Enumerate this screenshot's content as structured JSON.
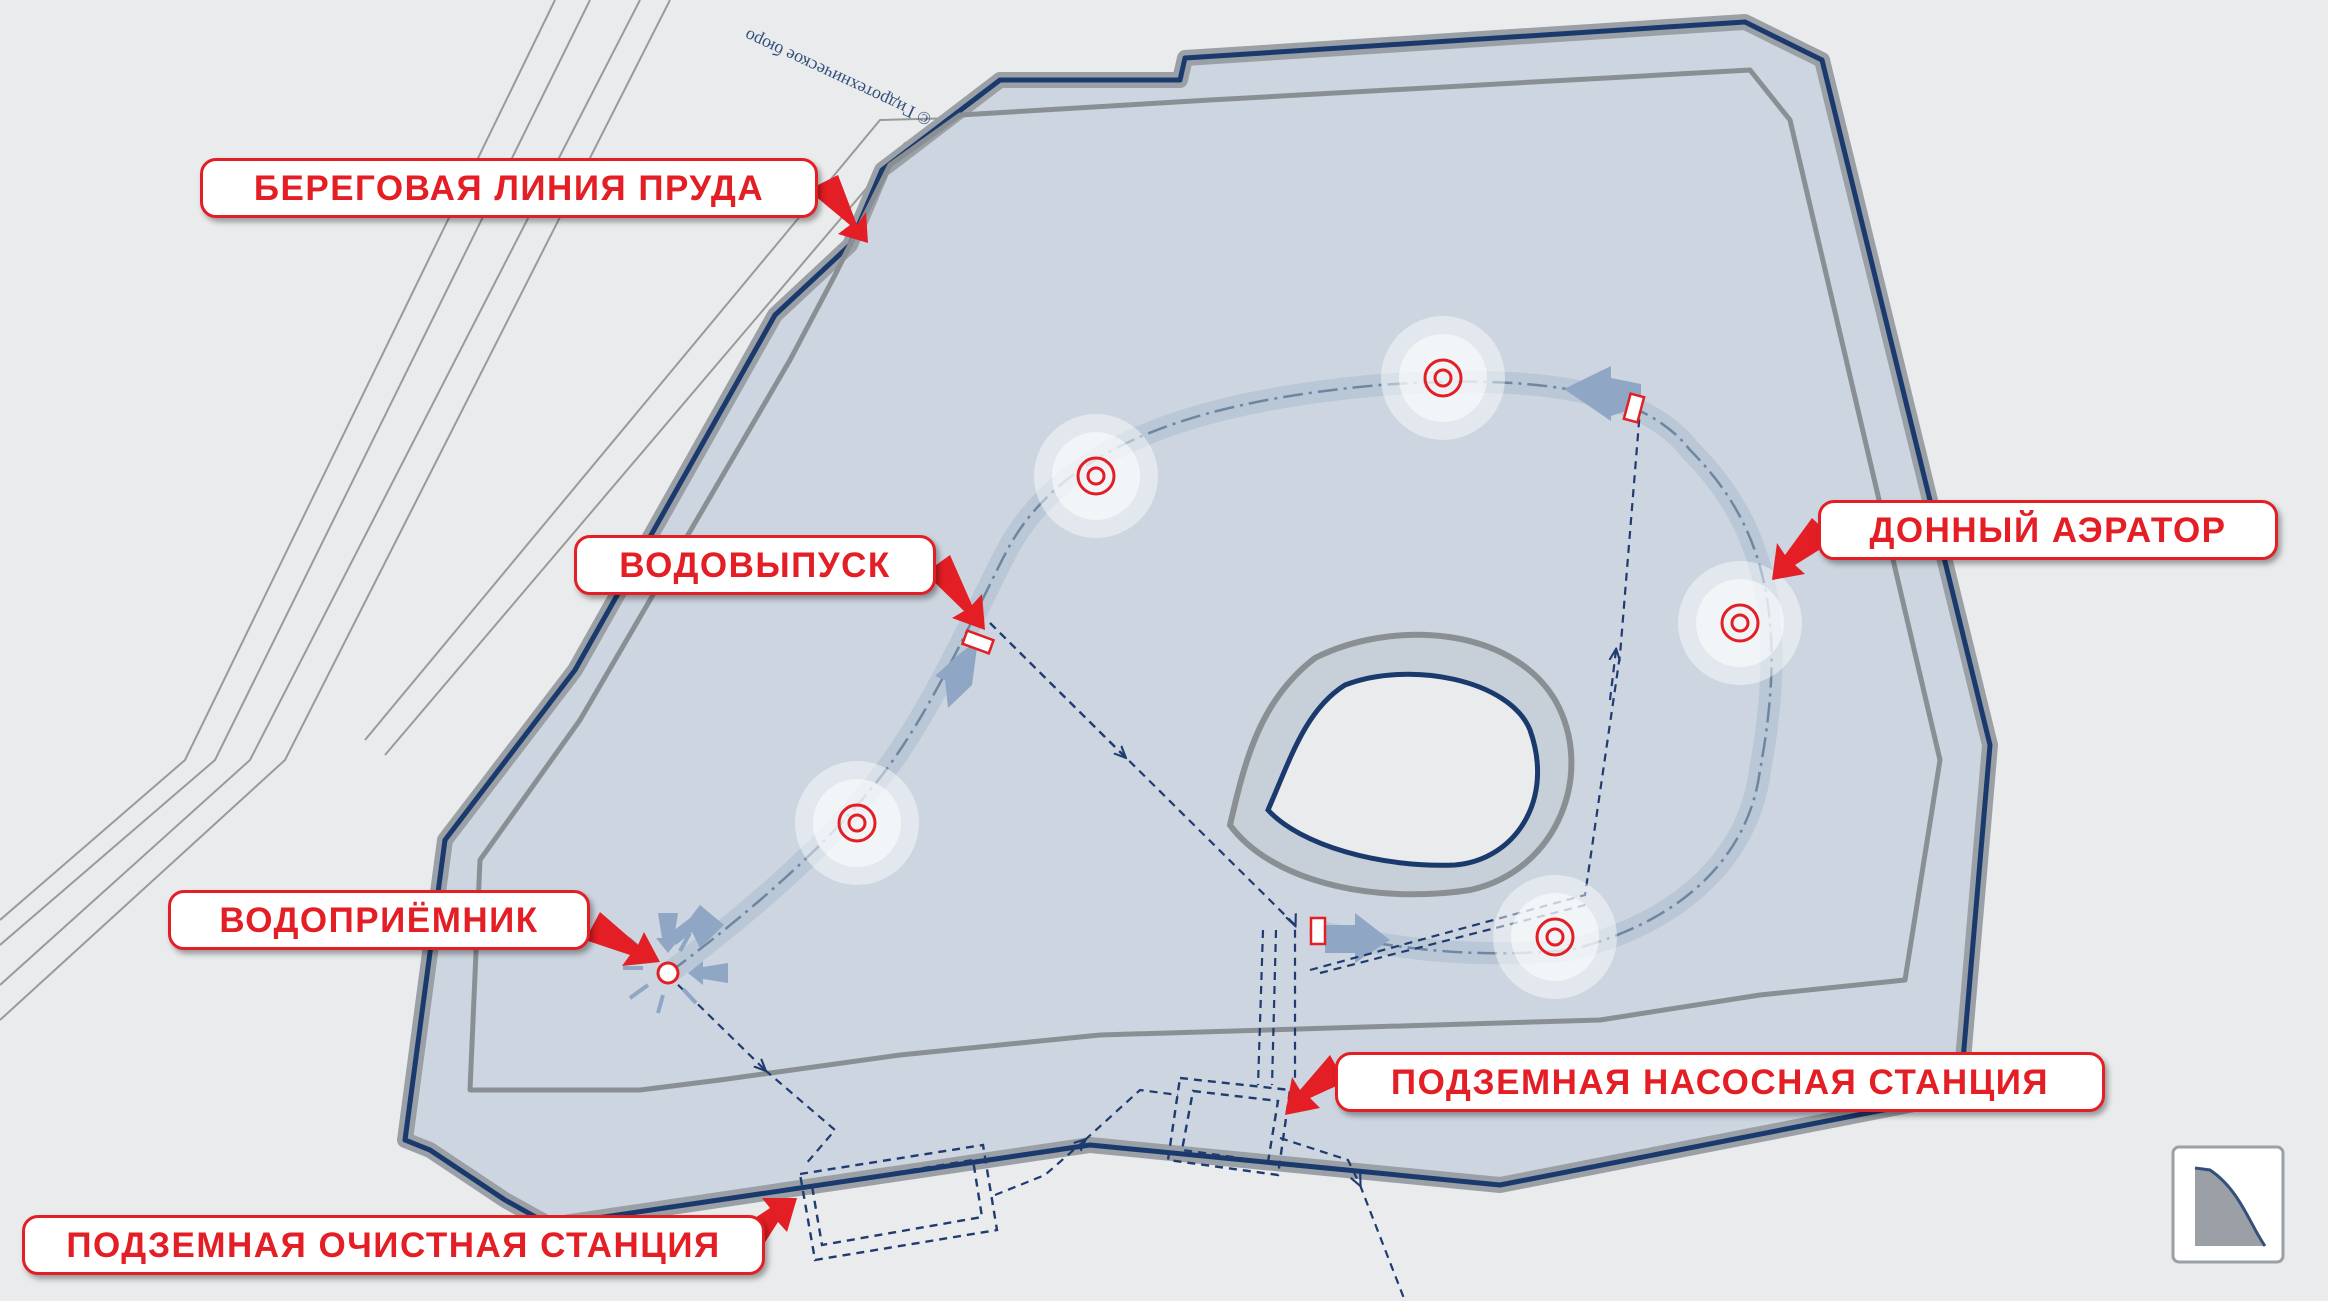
{
  "labels": {
    "shoreline": "БЕРЕГОВАЯ ЛИНИЯ ПРУДА",
    "outlet": "ВОДОВЫПУСК",
    "bottom_aerator": "ДОННЫЙ АЭРАТОР",
    "water_intake": "ВОДОПРИЁМНИК",
    "pump_station": "ПОДЗЕМНАЯ НАСОСНАЯ СТАНЦИЯ",
    "treatment_station": "ПОДЗЕМНАЯ ОЧИСТНАЯ СТАНЦИЯ"
  },
  "watermark": "© Гидротехническое бюро",
  "logo": {
    "name": "company-logo-icon"
  },
  "colors": {
    "background": "#e9ebec",
    "water": "#ccd5e0",
    "shoreline": "#1a3a6e",
    "accent": "#e31e24",
    "pipe": "#1f3b70",
    "flow": "#8fa7c4"
  }
}
